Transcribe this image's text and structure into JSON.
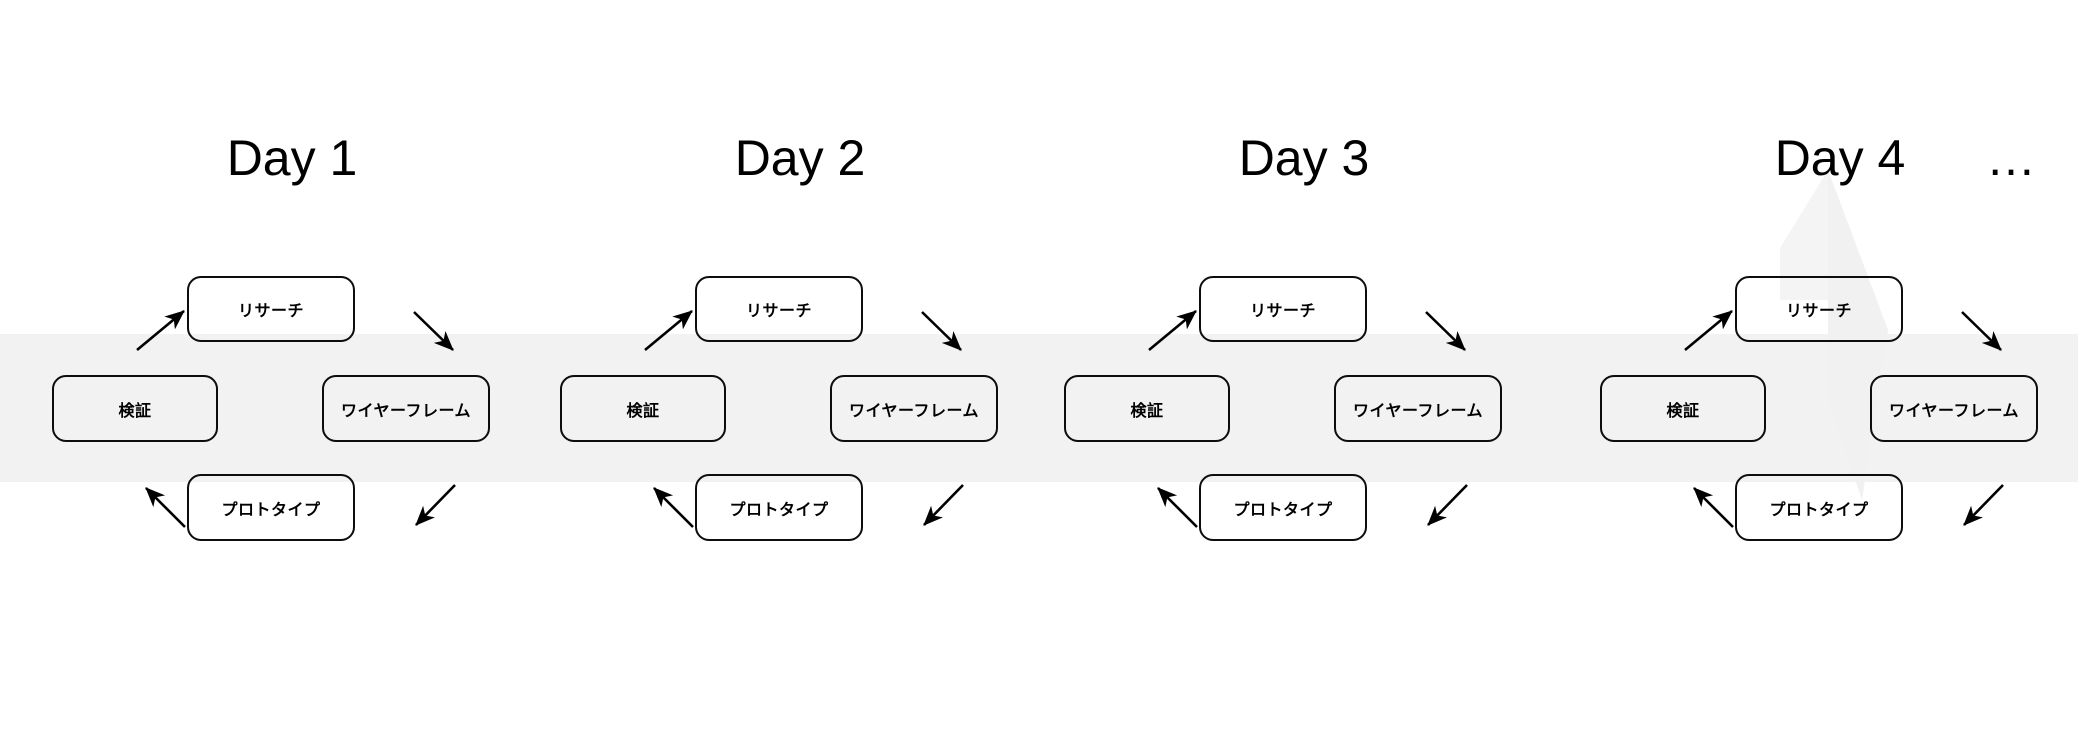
{
  "diagram": {
    "title_prefix": "Day",
    "continuation_label": "…",
    "band_color": "#f2f2f2",
    "stroke_color": "#0d0d0d",
    "background_color": "#ffffff",
    "watermark_color": "#f1f1f1",
    "columns": [
      {
        "heading": "Day 1",
        "nodes": {
          "research": "リサーチ",
          "wireframe": "ワイヤーフレーム",
          "prototype": "プロトタイプ",
          "validate": "検証"
        },
        "arrows": [
          {
            "name": "validate-to-research",
            "direction": "up-right"
          },
          {
            "name": "research-to-wireframe",
            "direction": "down-right"
          },
          {
            "name": "wireframe-to-prototype",
            "direction": "down-left"
          },
          {
            "name": "prototype-to-validate",
            "direction": "up-left"
          }
        ]
      },
      {
        "heading": "Day 2",
        "nodes": {
          "research": "リサーチ",
          "wireframe": "ワイヤーフレーム",
          "prototype": "プロトタイプ",
          "validate": "検証"
        },
        "arrows": [
          {
            "name": "validate-to-research",
            "direction": "up-right"
          },
          {
            "name": "research-to-wireframe",
            "direction": "down-right"
          },
          {
            "name": "wireframe-to-prototype",
            "direction": "down-left"
          },
          {
            "name": "prototype-to-validate",
            "direction": "up-left"
          }
        ]
      },
      {
        "heading": "Day 3",
        "nodes": {
          "research": "リサーチ",
          "wireframe": "ワイヤーフレーム",
          "prototype": "プロトタイプ",
          "validate": "検証"
        },
        "arrows": [
          {
            "name": "validate-to-research",
            "direction": "up-right"
          },
          {
            "name": "research-to-wireframe",
            "direction": "down-right"
          },
          {
            "name": "wireframe-to-prototype",
            "direction": "down-left"
          },
          {
            "name": "prototype-to-validate",
            "direction": "up-left"
          }
        ]
      },
      {
        "heading": "Day 4",
        "nodes": {
          "research": "リサーチ",
          "wireframe": "ワイヤーフレーム",
          "prototype": "プロトタイプ",
          "validate": "検証"
        },
        "arrows": [
          {
            "name": "validate-to-research",
            "direction": "up-right"
          },
          {
            "name": "research-to-wireframe",
            "direction": "down-right"
          },
          {
            "name": "wireframe-to-prototype",
            "direction": "down-left"
          },
          {
            "name": "prototype-to-validate",
            "direction": "up-left"
          }
        ]
      }
    ]
  }
}
